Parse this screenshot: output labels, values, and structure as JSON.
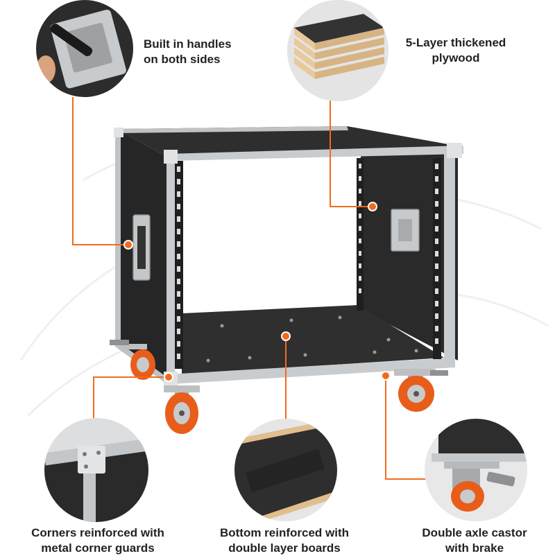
{
  "colors": {
    "accent": "#f26a1b",
    "case_body": "#2b2b2b",
    "aluminium": "#c9ccce",
    "wheel": "#e85d1a"
  },
  "callouts": {
    "handles": {
      "line1": "Built in handles",
      "line2": "on both sides",
      "icon": "handle-closeup"
    },
    "plywood": {
      "line1": "5-Layer thickened",
      "line2": "plywood",
      "icon": "plywood-closeup"
    },
    "corners": {
      "line1": "Corners reinforced with",
      "line2": "metal corner guards",
      "icon": "corner-guard-closeup"
    },
    "bottom": {
      "line1": "Bottom reinforced with",
      "line2": "double layer boards",
      "icon": "bottom-board-closeup"
    },
    "castor": {
      "line1": "Double axle castor",
      "line2": "with brake",
      "icon": "castor-closeup"
    }
  }
}
